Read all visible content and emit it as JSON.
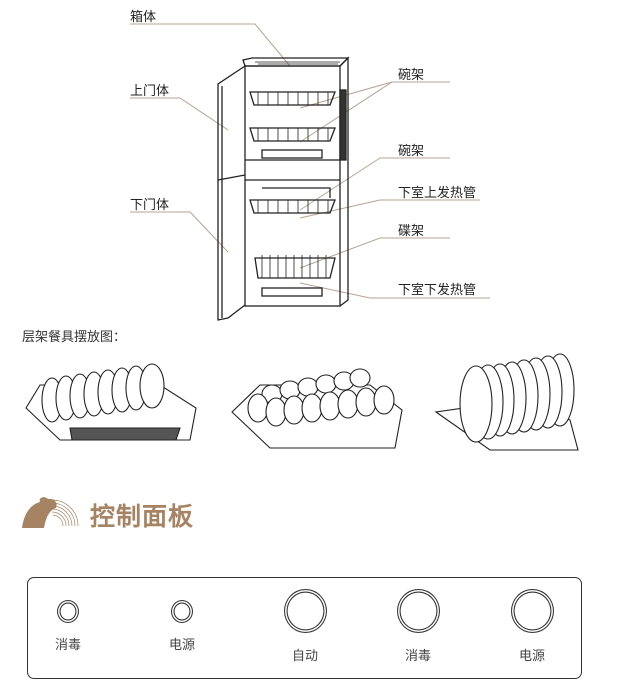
{
  "diagram": {
    "labels": {
      "cabinet": "箱体",
      "upper_door": "上门体",
      "lower_door": "下门体",
      "bowl_rack_1": "碗架",
      "bowl_rack_2": "碗架",
      "lower_upper_heater": "下室上发热管",
      "dish_rack": "碟架",
      "lower_lower_heater": "下室下发热管"
    },
    "rack_caption": "层架餐具摆放图：",
    "leader_color": "#b5a594"
  },
  "section": {
    "title": "控制面板",
    "accent_color": "#a68463"
  },
  "control_panel": {
    "indicators": [
      {
        "label": "消毒"
      },
      {
        "label": "电源"
      }
    ],
    "buttons": [
      {
        "label": "自动"
      },
      {
        "label": "消毒"
      },
      {
        "label": "电源"
      }
    ]
  }
}
